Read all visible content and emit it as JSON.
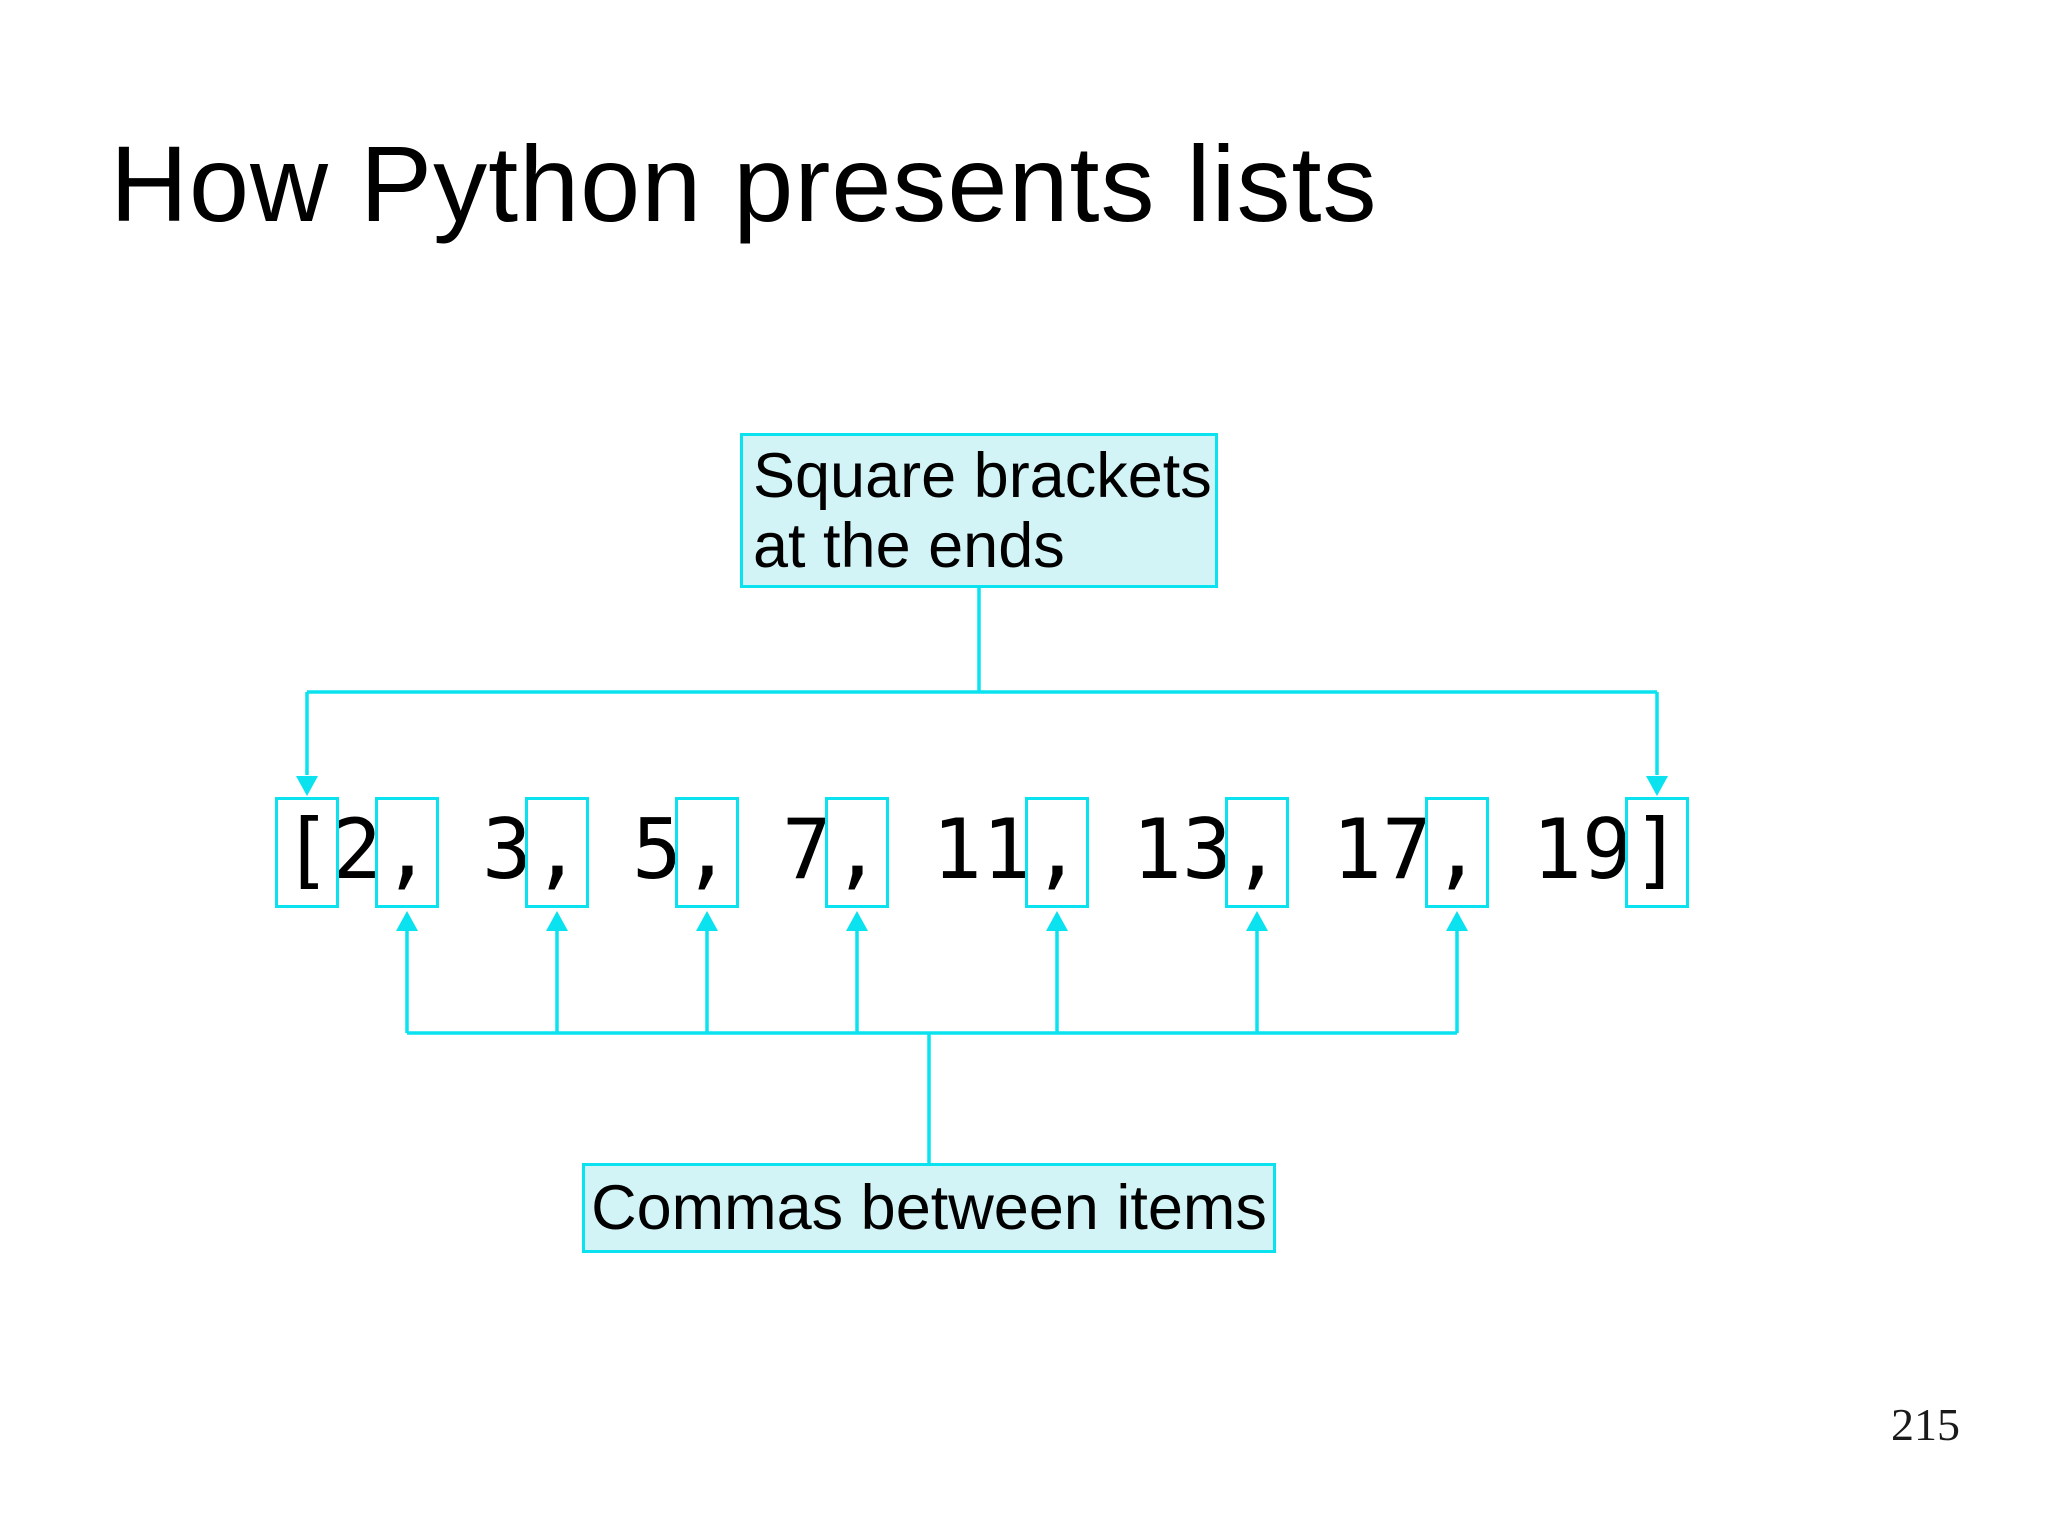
{
  "slide": {
    "title": "How Python presents lists",
    "page_number": "215"
  },
  "diagram": {
    "list_text": "[2, 3, 5, 7, 11, 13, 17, 19]",
    "list_items": [
      2,
      3,
      5,
      7,
      11,
      13,
      17,
      19
    ],
    "callouts": {
      "brackets": {
        "label_lines": [
          "Square brackets",
          "at the ends"
        ]
      },
      "commas": {
        "label": "Commas between items"
      }
    },
    "highlighted_char_indices": {
      "brackets": [
        0,
        27
      ],
      "commas": [
        2,
        5,
        8,
        11,
        15,
        19,
        23
      ]
    }
  },
  "colors": {
    "accent_cyan": "#0ae3ef",
    "callout_fill": "#d3f4f7",
    "text": "#000000",
    "background": "#ffffff"
  }
}
